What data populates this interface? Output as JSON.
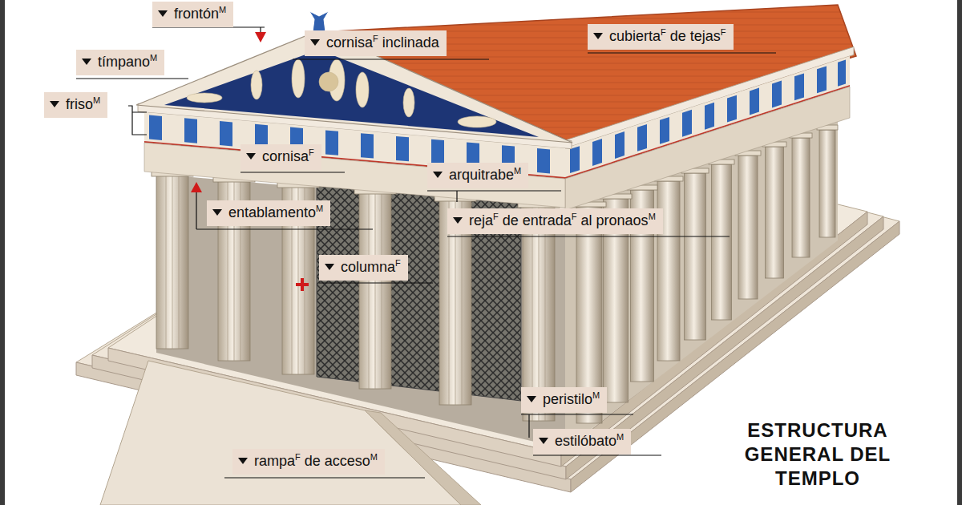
{
  "diagram": {
    "title": "ESTRUCTURA GENERAL DEL TEMPLO",
    "nodes": [
      {
        "text": [
          "frontónM"
        ]
      },
      {
        "text": [
          "cornisaF inclinada"
        ]
      },
      {
        "text": [
          "cubiertaF de tejasF"
        ]
      },
      {
        "text": [
          "tímpanoM"
        ]
      },
      {
        "text": [
          "frisoM"
        ]
      },
      {
        "text": [
          "cornisaF"
        ]
      },
      {
        "text": [
          "arquitrabeM"
        ]
      },
      {
        "text": [
          "entablamentoM"
        ]
      },
      {
        "text": [
          "rejaF de entradaF al pronaosM"
        ]
      },
      {
        "text": [
          "columnaF"
        ]
      },
      {
        "text": [
          "peristiloM"
        ]
      },
      {
        "text": [
          "estilóbatoM"
        ]
      },
      {
        "text": [
          "rampaF de accesoM"
        ]
      }
    ]
  }
}
